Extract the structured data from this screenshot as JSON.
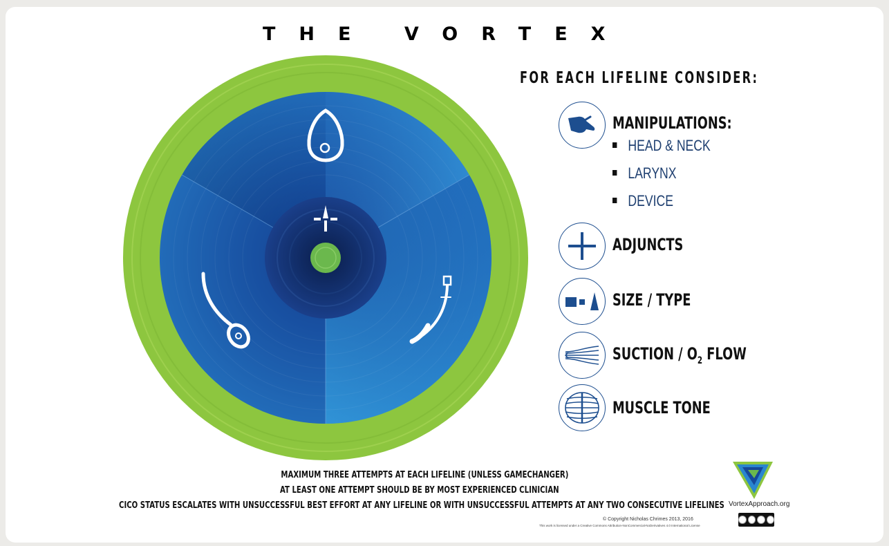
{
  "title": "THE VORTEX",
  "heading": "FOR EACH LIFELINE CONSIDER:",
  "colors": {
    "outer_ring": "#8dc63f",
    "blue_dark": "#0f3e86",
    "blue_light": "#2b8ed4",
    "core_green": "#6bb84d"
  },
  "lifelines": [
    {
      "icon": "face-mask-icon"
    },
    {
      "icon": "supraglottic-airway-icon"
    },
    {
      "icon": "endotracheal-tube-icon"
    }
  ],
  "considerations": [
    {
      "label": "MANIPULATIONS:",
      "icon": "hand-icon",
      "subitems": [
        "HEAD & NECK",
        "LARYNX",
        "DEVICE"
      ]
    },
    {
      "label": "ADJUNCTS",
      "icon": "plus-cross-icon"
    },
    {
      "label": "SIZE / TYPE",
      "icon": "size-shapes-icon"
    },
    {
      "label_before": "SUCTION / O",
      "label_sub": "2",
      "label_after": " FLOW",
      "icon": "flow-arrows-icon"
    },
    {
      "label": "MUSCLE TONE",
      "icon": "muscle-icon"
    }
  ],
  "notes": [
    "MAXIMUM THREE ATTEMPTS AT EACH LIFELINE (UNLESS GAMECHANGER)",
    "AT LEAST ONE ATTEMPT SHOULD BE BY MOST EXPERIENCED CLINICIAN",
    "CICO STATUS ESCALATES WITH UNSUCCESSFUL BEST EFFORT AT ANY LIFELINE OR WITH UNSUCCESSFUL ATTEMPTS AT ANY TWO CONSECUTIVE LIFELINES"
  ],
  "footer": {
    "site": "VortexApproach.org",
    "copyright": "© Copyright Nicholas Chrimes 2013, 2016",
    "license": "This work is licensed under a Creative Commons Attribution-NonCommercial-NoDerivatives 4.0 International License"
  }
}
